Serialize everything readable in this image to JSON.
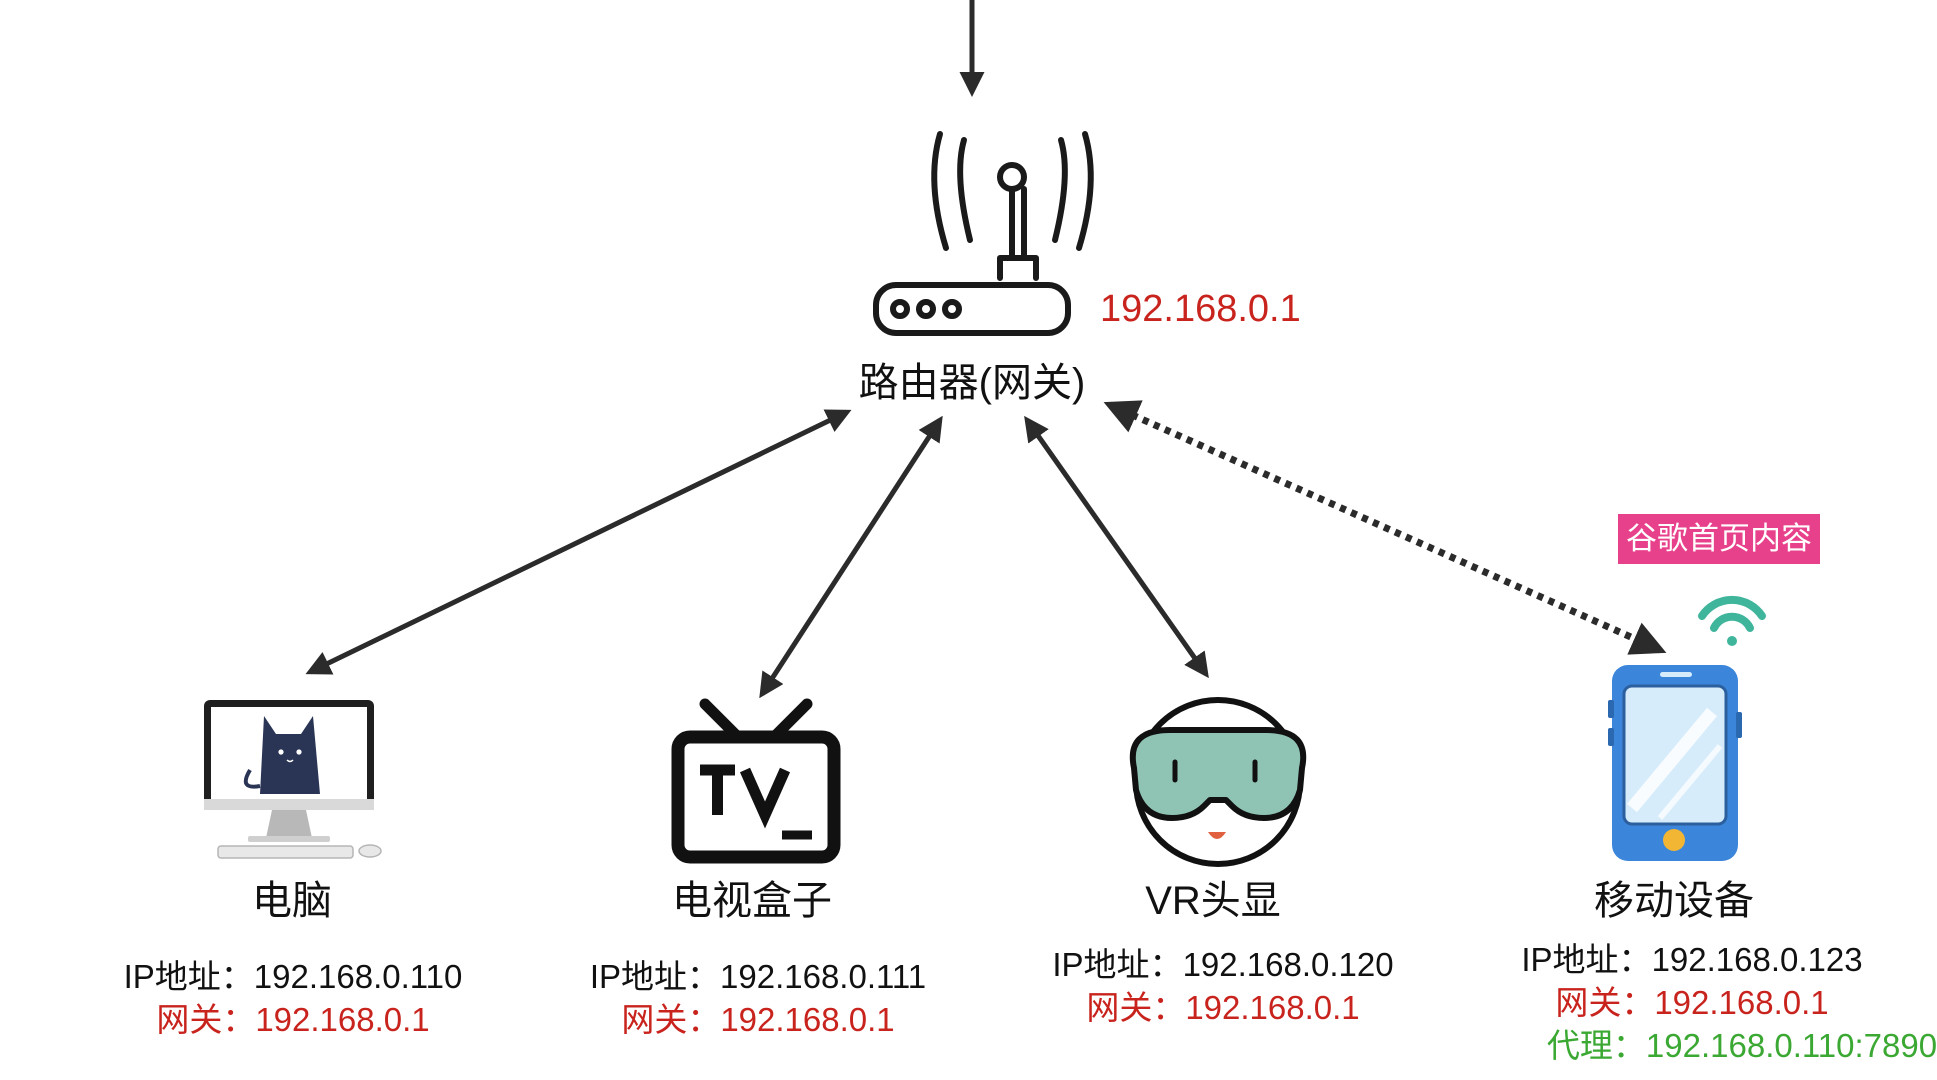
{
  "colors": {
    "text": "#111111",
    "gateway_red": "#c8231d",
    "proxy_green": "#3aa832",
    "badge_pink": "#e8418c",
    "wifi_teal": "#3fb59b",
    "arrow": "#2b2b2b"
  },
  "router": {
    "label": "路由器(网关)",
    "ip": "192.168.0.1",
    "icon": "wifi-router-icon"
  },
  "devices": [
    {
      "name": "电脑",
      "icon": "desktop-computer-icon",
      "ip_label": "IP地址：",
      "ip": "192.168.0.110",
      "gateway_label": "网关：",
      "gateway": "192.168.0.1"
    },
    {
      "name": "电视盒子",
      "icon": "tv-icon",
      "ip_label": "IP地址：",
      "ip": "192.168.0.111",
      "gateway_label": "网关：",
      "gateway": "192.168.0.1"
    },
    {
      "name": "VR头显",
      "icon": "vr-headset-icon",
      "ip_label": "IP地址：",
      "ip": "192.168.0.120",
      "gateway_label": "网关：",
      "gateway": "192.168.0.1"
    },
    {
      "name": "移动设备",
      "icon": "smartphone-icon",
      "ip_label": "IP地址：",
      "ip": "192.168.0.123",
      "gateway_label": "网关：",
      "gateway": "192.168.0.1",
      "proxy_label": "代理：",
      "proxy": "192.168.0.110:7890",
      "badge": "谷歌首页内容"
    }
  ]
}
